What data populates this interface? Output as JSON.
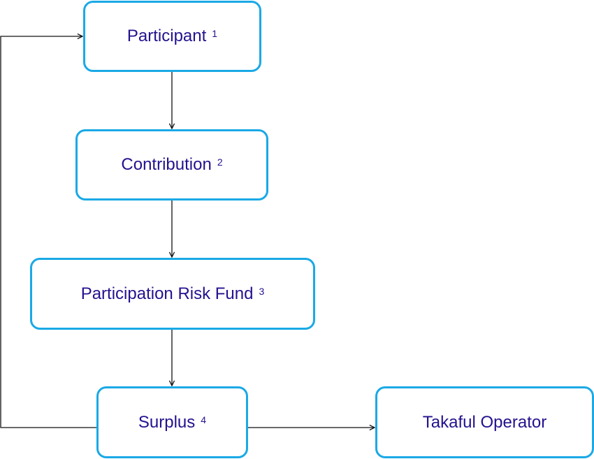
{
  "diagram": {
    "nodes": {
      "participant": {
        "label": "Participant",
        "note": "1"
      },
      "contribution": {
        "label": "Contribution",
        "note": "2"
      },
      "fund": {
        "label": "Participation Risk Fund",
        "note": "3"
      },
      "surplus": {
        "label": "Surplus",
        "note": "4"
      },
      "operator": {
        "label": "Takaful Operator"
      }
    },
    "edges": [
      {
        "from": "Participant",
        "to": "Contribution"
      },
      {
        "from": "Contribution",
        "to": "Participation Risk Fund"
      },
      {
        "from": "Participation Risk Fund",
        "to": "Surplus"
      },
      {
        "from": "Surplus",
        "to": "Takaful Operator"
      },
      {
        "from": "Surplus",
        "to": "Participant"
      }
    ],
    "colors": {
      "box_border": "#1aa9e6",
      "text": "#23128f",
      "arrow": "#111111"
    }
  }
}
